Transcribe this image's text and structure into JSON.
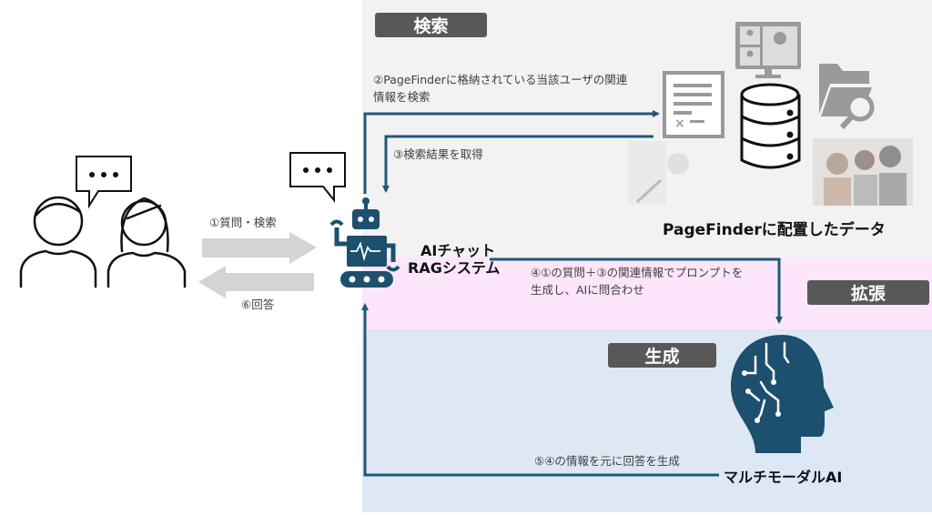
{
  "zones": {
    "search_label": "検索",
    "augment_label": "拡張",
    "generate_label": "生成"
  },
  "steps": {
    "step1": "①質問・検索",
    "step2_line1": "②PageFinderに格納されている当該ユーザの関連",
    "step2_line2": "情報を検索",
    "step3": "③検索結果を取得",
    "step4_line1": "④①の質問＋③の関連情報でプロンプトを",
    "step4_line2": "生成し、AIに問合わせ",
    "step5": "⑤④の情報を元に回答を生成",
    "step6": "⑥回答"
  },
  "nodes": {
    "rag_line1": "AIチャット",
    "rag_line2": "RAGシステム",
    "data_label": "PageFinderに配置したデータ",
    "ai_label": "マルチモーダルAI"
  },
  "colors": {
    "arrow": "#1d5a7a",
    "tag_bg": "#585858",
    "search_bg": "#f2f2f2",
    "augment_bg": "#fde5fb",
    "generate_bg": "#dde8f4"
  }
}
